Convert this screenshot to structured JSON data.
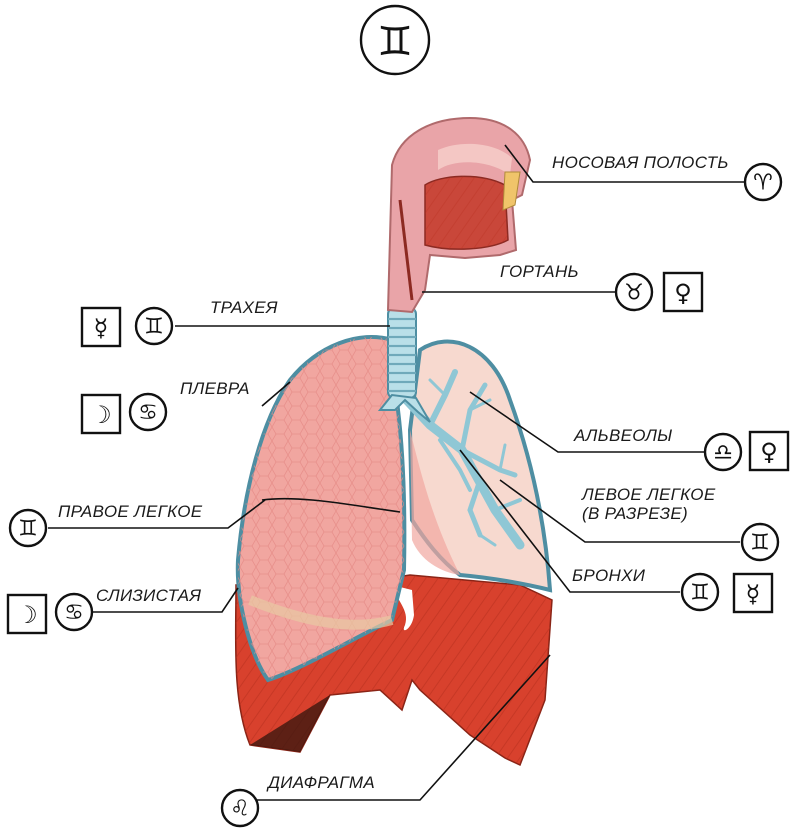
{
  "header": {
    "sign_name": "gemini",
    "sign_glyph": "♊"
  },
  "colors": {
    "lung_right": "#f1a6a0",
    "lung_left_section": "#f7d9cf",
    "diaphragm": "#d8412d",
    "diaphragm_dark": "#a9281a",
    "trachea": "#b9dfe8",
    "bronchi": "#9fd3df",
    "nasal": "#e9a4a8",
    "outline": "#5a8fa0"
  },
  "labels": {
    "nasal_cavity": "НОСОВАЯ ПОЛОСТЬ",
    "larynx": "ГОРТАНЬ",
    "trachea": "ТРАХЕЯ",
    "pleura": "ПЛЕВРА",
    "alveoli": "АЛЬВЕОЛЫ",
    "right_lung": "ПРАВОЕ ЛЕГКОЕ",
    "left_lung_line1": "ЛЕВОЕ ЛЕГКОЕ",
    "left_lung_line2": "(В РАЗРЕЗЕ)",
    "mucosa": "СЛИЗИСТАЯ",
    "bronchi": "БРОНХИ",
    "diaphragm": "ДИАФРАГМА"
  },
  "symbols": {
    "nasal_cavity": [
      {
        "name": "aries",
        "glyph": "♈",
        "frame": "circle"
      }
    ],
    "larynx": [
      {
        "name": "taurus",
        "glyph": "♉",
        "frame": "circle"
      },
      {
        "name": "venus",
        "glyph": "♀",
        "frame": "square"
      }
    ],
    "trachea": [
      {
        "name": "mercury",
        "glyph": "☿",
        "frame": "square"
      },
      {
        "name": "gemini",
        "glyph": "♊",
        "frame": "circle"
      }
    ],
    "pleura": [
      {
        "name": "moon",
        "glyph": "☽",
        "frame": "square"
      },
      {
        "name": "cancer",
        "glyph": "♋",
        "frame": "circle"
      }
    ],
    "alveoli": [
      {
        "name": "libra",
        "glyph": "♎",
        "frame": "circle"
      },
      {
        "name": "venus",
        "glyph": "♀",
        "frame": "square"
      }
    ],
    "right_lung": [
      {
        "name": "gemini",
        "glyph": "♊",
        "frame": "circle"
      }
    ],
    "left_lung": [
      {
        "name": "gemini",
        "glyph": "♊",
        "frame": "circle"
      }
    ],
    "mucosa": [
      {
        "name": "moon",
        "glyph": "☽",
        "frame": "square"
      },
      {
        "name": "cancer",
        "glyph": "♋",
        "frame": "circle"
      }
    ],
    "bronchi": [
      {
        "name": "gemini",
        "glyph": "♊",
        "frame": "circle"
      },
      {
        "name": "mercury",
        "glyph": "☿",
        "frame": "square"
      }
    ],
    "diaphragm": [
      {
        "name": "leo",
        "glyph": "♌",
        "frame": "circle"
      }
    ]
  }
}
